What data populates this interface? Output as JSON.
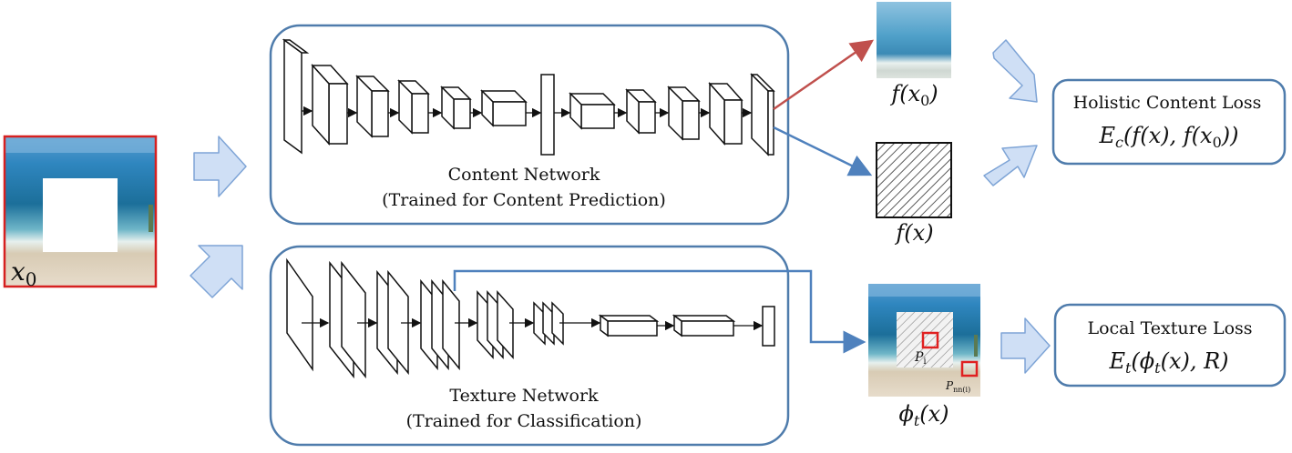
{
  "input_image": {
    "label": "x",
    "label_sub": "0"
  },
  "content_network": {
    "title": "Content Network",
    "subtitle": "(Trained for Content Prediction)"
  },
  "texture_network": {
    "title": "Texture Network",
    "subtitle": "(Trained for Classification)"
  },
  "content_outputs": {
    "predicted_label": "f(x",
    "predicted_label_sub": "0",
    "predicted_label_end": ")",
    "hatched_label": "f(x)"
  },
  "texture_output": {
    "label_main": "ϕ",
    "label_sub": "t",
    "label_end": "(x)",
    "patch_label": "P",
    "patch_label_sub": "i",
    "nn_label": "P",
    "nn_label_sub": "nn(i)"
  },
  "holistic_loss": {
    "title": "Holistic Content Loss",
    "formula_e": "E",
    "formula_e_sub": "c",
    "formula_mid": "(f(x), f(x",
    "formula_sub2": "0",
    "formula_end": "))"
  },
  "texture_loss": {
    "title": "Local Texture Loss",
    "formula_e": "E",
    "formula_e_sub": "t",
    "formula_phi": "(ϕ",
    "formula_phi_sub": "t",
    "formula_end": "(x), R)"
  },
  "colors": {
    "box_stroke": "#4f7cac",
    "arrow_fill": "#cfdff5",
    "arrow_stroke": "#7ea4d6",
    "red_arrow": "#c0504d",
    "blue_line": "#4f81bd",
    "input_border": "#d62020",
    "patch_red": "#e02020"
  }
}
